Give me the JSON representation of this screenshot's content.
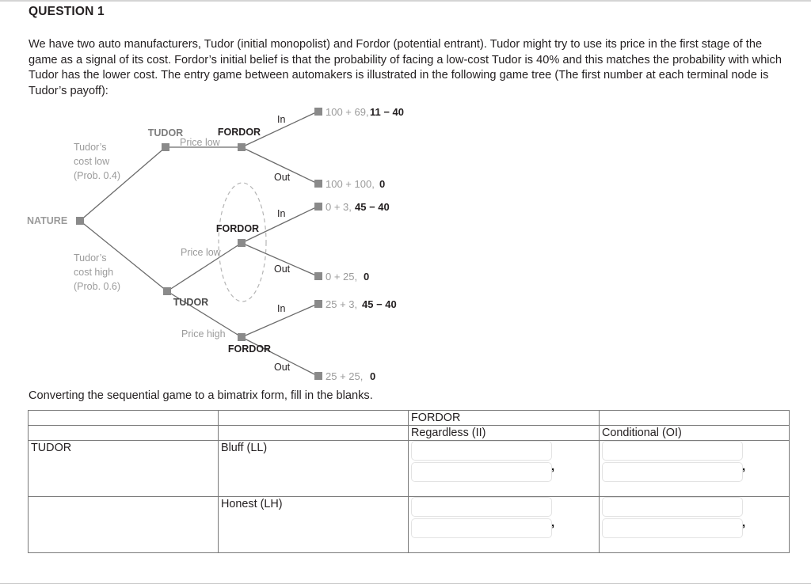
{
  "page": {
    "question_title": "QUESTION 1",
    "intro_paragraph": "We have two auto manufacturers, Tudor (initial monopolist) and Fordor (potential entrant). Tudor might try to use its price in the first stage of the game as a signal of its cost. Fordor’s initial belief is that the probability of facing a low-cost Tudor is 40% and this matches the probability with which Tudor has the lower cost. The entry game between automakers is illustrated in the following game tree (The first number at each terminal node is Tudor’s payoff):",
    "convert_instruction": "Converting the sequential game to a bimatrix form, fill in the blanks."
  },
  "game_tree": {
    "nodes": {
      "nature": "NATURE",
      "tudor_top": "TUDOR",
      "tudor_bottom": "TUDOR",
      "fordor_top": "FORDOR",
      "fordor_mid": "FORDOR",
      "fordor_bottom": "FORDOR"
    },
    "branch_labels": {
      "nature_low_1": "Tudor’s",
      "nature_low_2": "cost low",
      "nature_low_3": "(Prob. 0.4)",
      "nature_high_1": "Tudor’s",
      "nature_high_2": "cost high",
      "nature_high_3": "(Prob. 0.6)",
      "price_low_top": "Price low",
      "price_low_mid": "Price low",
      "price_high": "Price high",
      "in_1": "In",
      "out_1": "Out",
      "in_2": "In",
      "out_2": "Out",
      "in_3": "In",
      "out_3": "Out"
    },
    "payoffs": [
      {
        "tudor": "100 + 69,",
        "fordor": "11 − 40"
      },
      {
        "tudor": "100 + 100,",
        "fordor": "0"
      },
      {
        "tudor": "0 + 3,",
        "fordor": "45 − 40"
      },
      {
        "tudor": "0 + 25,",
        "fordor": "0"
      },
      {
        "tudor": "25 + 3,",
        "fordor": "45 − 40"
      },
      {
        "tudor": "25 + 25,",
        "fordor": "0"
      }
    ],
    "colors": {
      "node_fill": "#8a8a8a",
      "edge": "#6b6b6b",
      "muted_text": "#9b9b9b",
      "bold_text": "#231f20",
      "info_set_dash": "#b0b0b0"
    }
  },
  "bimatrix": {
    "col_player_name": "FORDOR",
    "row_player_name": "TUDOR",
    "fordor_strategies": [
      "Regardless (II)",
      "Conditional (OI)"
    ],
    "tudor_strategies": [
      "Bluff (LL)",
      "Honest (LH)"
    ],
    "separator": ",",
    "cells": [
      [
        {
          "tudor_value": "",
          "fordor_value": ""
        },
        {
          "tudor_value": "",
          "fordor_value": ""
        }
      ],
      [
        {
          "tudor_value": "",
          "fordor_value": ""
        },
        {
          "tudor_value": "",
          "fordor_value": ""
        }
      ]
    ]
  }
}
